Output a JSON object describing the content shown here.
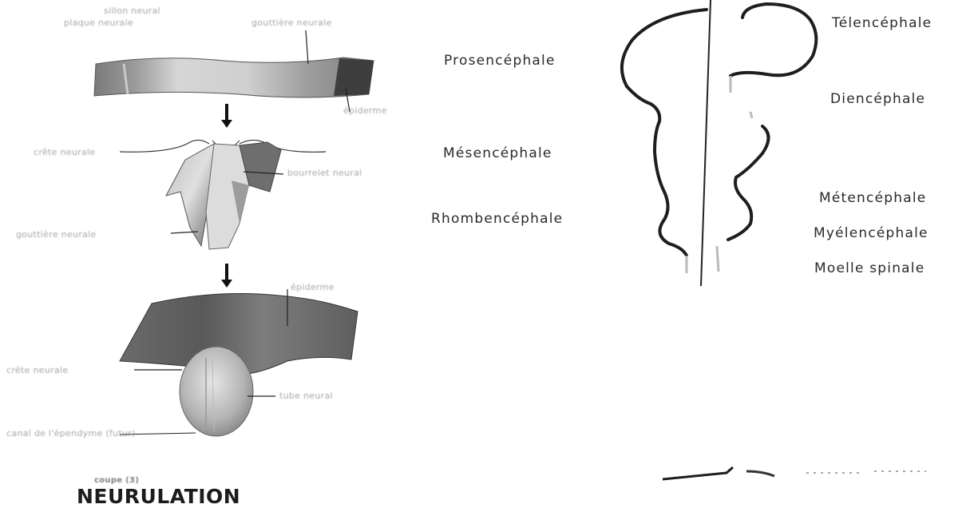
{
  "figure": {
    "title": "NEURULATION",
    "small_caption": "coupe (3)"
  },
  "neurulation_labels": {
    "top_left": "sillon neural",
    "top_left_sub": "plaque neurale",
    "top_right": "gouttière neurale",
    "ectoderm": "épiderme",
    "neural_crest": "crête neurale",
    "neural_fold": "bourrelet neural",
    "groove": "gouttière neurale",
    "epidermis_bottom": "épiderme",
    "crest_bottom": "crête neurale",
    "tube": "tube neural",
    "canal": "canal de l'épendyme (futur)"
  },
  "brain_labels": {
    "prosencephale": "Prosencéphale",
    "mesencephale": "Mésencéphale",
    "rhombencephale": "Rhombencéphale",
    "telencephale": "Télencéphale",
    "diencephale": "Diencéphale",
    "metencephale": "Métencéphale",
    "myelencephale": "Myélencéphale",
    "moelle": "Moelle spinale"
  },
  "colors": {
    "ink": "#222222",
    "tissue_light": "#c8c8c8",
    "tissue_mid": "#8c8c8c",
    "tissue_dark": "#4a4a4a"
  }
}
